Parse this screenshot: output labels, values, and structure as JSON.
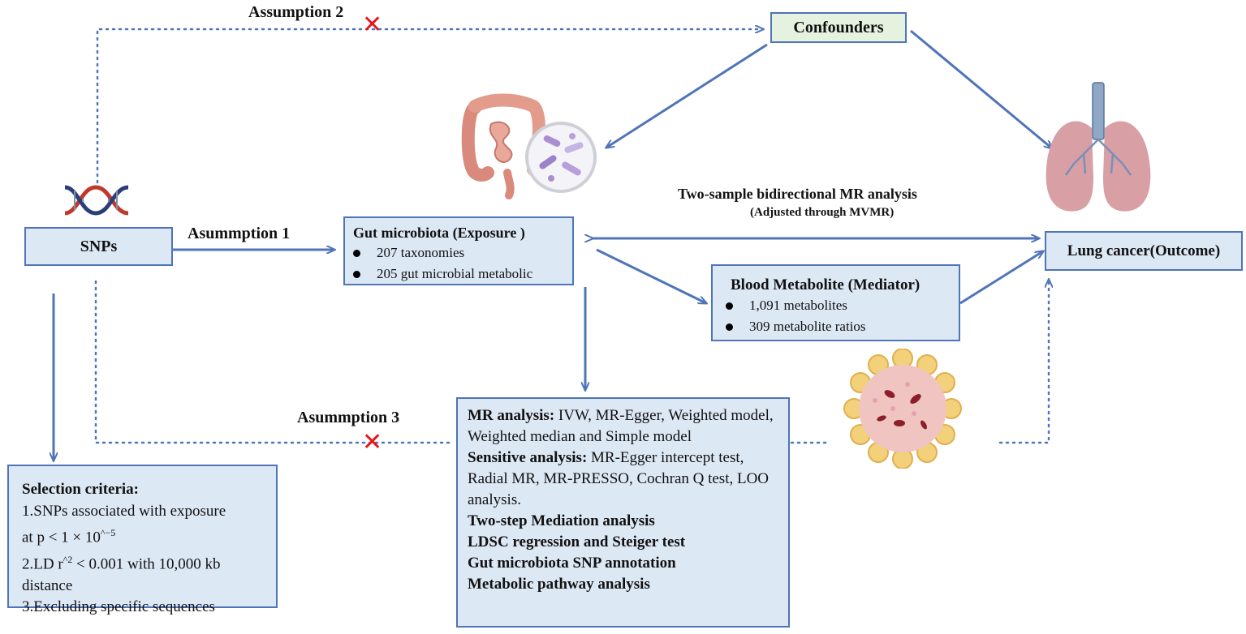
{
  "snps": {
    "label": "SNPs"
  },
  "confounders": {
    "label": "Confounders"
  },
  "assumptions": {
    "a1": "Asummption 1",
    "a2": "Assumption 2",
    "a3": "Asummption 3"
  },
  "exposure": {
    "title": "Gut microbiota (Exposure )",
    "items": [
      "207 taxonomies",
      "205 gut microbial metabolic"
    ]
  },
  "mediator": {
    "title": "Blood Metabolite (Mediator)",
    "items": [
      "1,091 metabolites",
      "309 metabolite ratios"
    ]
  },
  "outcome": {
    "label": "Lung cancer(Outcome)"
  },
  "mr_header": {
    "title": "Two-sample bidirectional MR analysis",
    "subtitle": "(Adjusted through  MVMR)"
  },
  "selection": {
    "title": "Selection criteria:",
    "line1a": "1.SNPs associated with exposure",
    "line1b": "at  p < 1 × 10",
    "line1b_sup": "^−5",
    "line2a": "2.LD r",
    "line2a_sup": "^2",
    "line2a_rest": " < 0.001 with 10,000 kb",
    "line2b": "distance",
    "line3": "3.Excluding specific sequences"
  },
  "analysis": {
    "mr_label": "MR analysis:",
    "mr_text": " IVW, MR-Egger,  Weighted model, Weighted median and Simple model",
    "sens_label": "Sensitive analysis:",
    "sens_text": " MR-Egger intercept test, Radial MR, MR-PRESSO, Cochran Q test, LOO analysis.",
    "step1": "Two-step Mediation analysis",
    "step2": "LDSC regression and Steiger test",
    "step3": "Gut microbiota SNP annotation",
    "step4": "Metabolic pathway analysis"
  },
  "icons": [
    "dna-icon",
    "intestine-icon",
    "bacteria-icon",
    "lungs-icon",
    "tumor-cells-icon",
    "cross-icon"
  ],
  "colors": {
    "arrow": "#4f74b8",
    "box_fill": "#dde8f5",
    "confounder_fill": "#e6f2e0",
    "cross": "#e8141b"
  }
}
